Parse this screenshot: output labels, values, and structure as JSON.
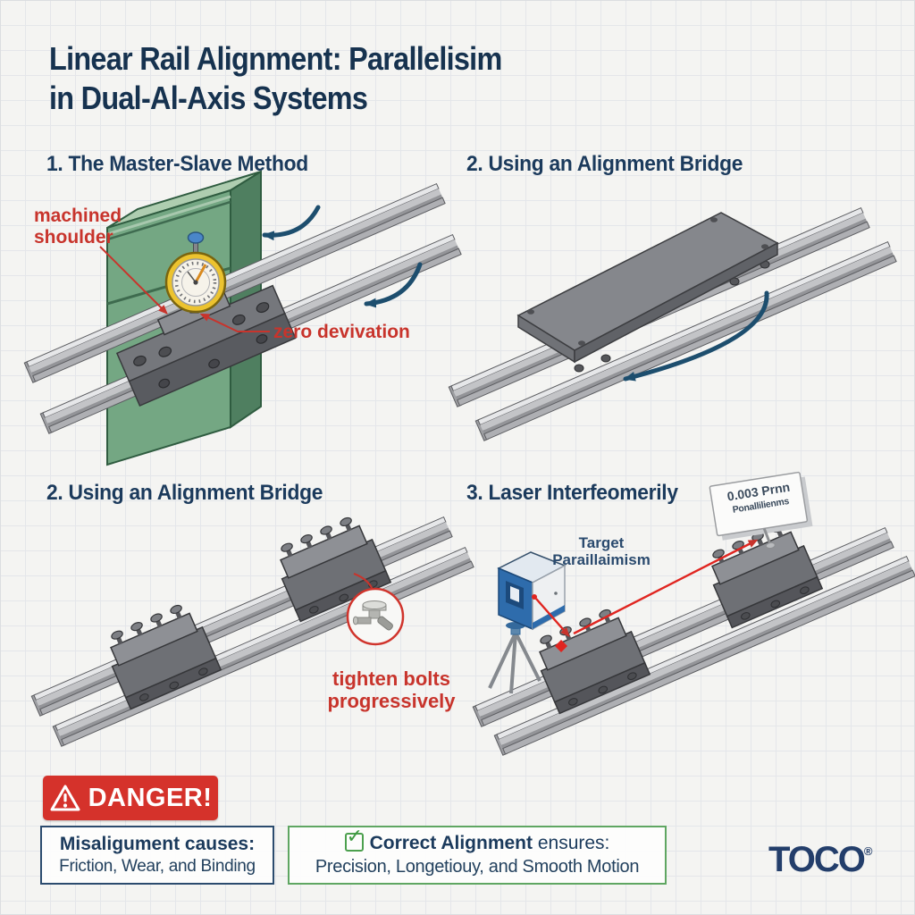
{
  "title": {
    "line1": "Linear Rail Alignment: Parallelisim",
    "line2": "in Dual-Al-Axis Systems"
  },
  "sections": [
    {
      "heading": "1. The Master-Slave Method"
    },
    {
      "heading": "2. Using an Alignment Bridge"
    },
    {
      "heading": "2. Using an Alignment Bridge"
    },
    {
      "heading": "3. Laser Interfeomerily"
    }
  ],
  "annotations": {
    "machined_shoulder": "machined\nshoulder",
    "zero_deviation": "zero devivation",
    "tighten_bolts": "tighten bolts\nprogressively",
    "target_parallelism": "Target\nParaillaimism",
    "tolerance_sign_line1": "0.003 Prnn",
    "tolerance_sign_line2": "Ponallilienms"
  },
  "footer": {
    "danger_label": "DANGER!",
    "misalignment_heading": "Misaligument causes:",
    "misalignment_body": "Friction, Wear, and Binding",
    "correct_heading_bold": "Correct Alignment",
    "correct_heading_rest": " ensures:",
    "correct_body": "Precision, Longetiouy, and Smooth Motion",
    "brand": "TOCO",
    "brand_reg": "®"
  },
  "colors": {
    "heading_navy": "#1b3a5c",
    "annotation_red": "#c8342c",
    "arrow_navy": "#1d4e6e",
    "danger_bg": "#d5322b",
    "correct_green": "#5fa662",
    "brand_navy": "#233e6b",
    "machined_block_green": "#74a783",
    "gauge_yellow": "#ecc32f",
    "gauge_knob_blue": "#4a86c9",
    "laser_blue": "#2e6cac",
    "laser_beam_red": "#e02520",
    "rail_gray": "#c3c4c7"
  }
}
